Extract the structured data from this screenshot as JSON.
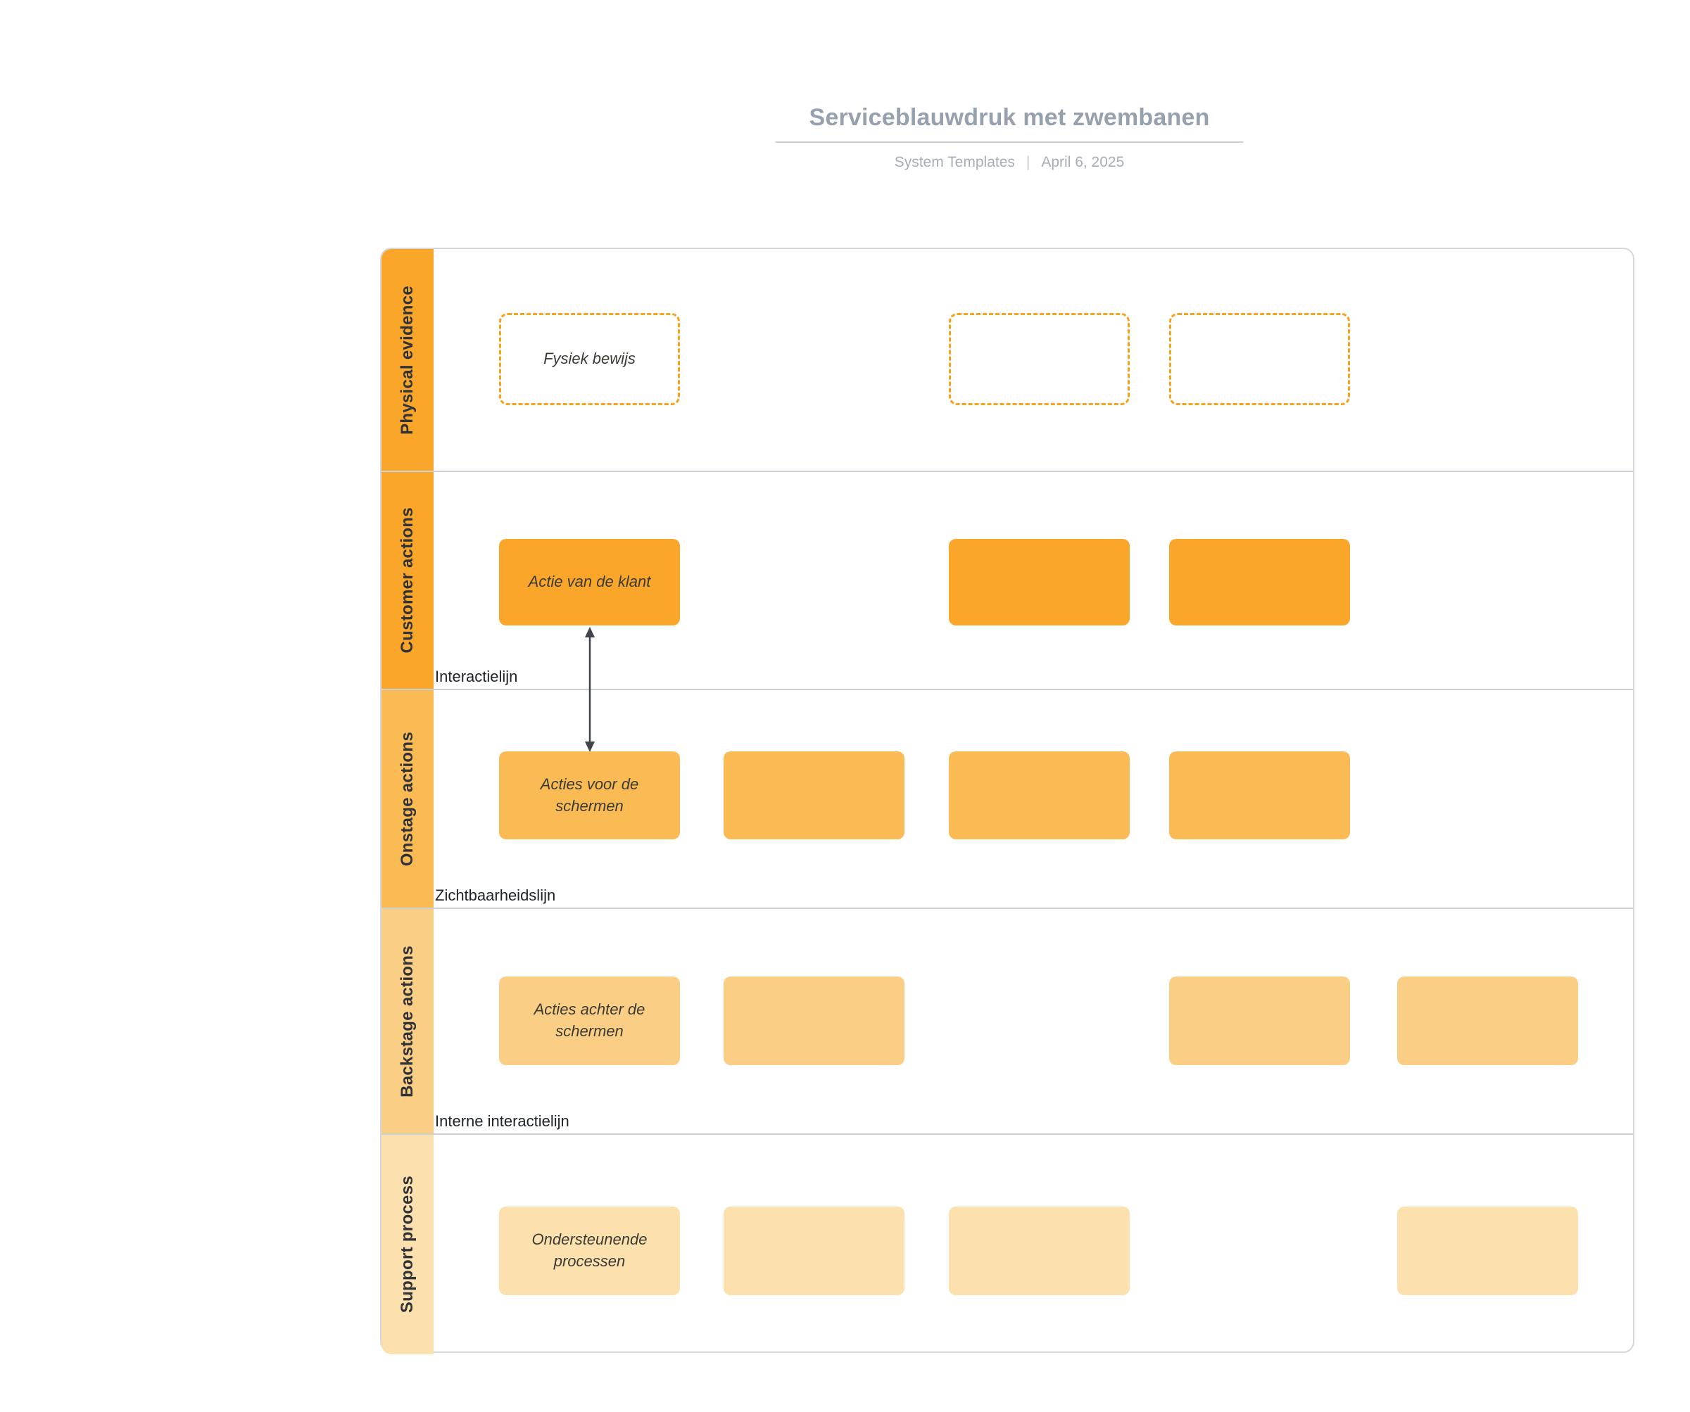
{
  "header": {
    "title": "Serviceblauwdruk met zwembanen",
    "source": "System Templates",
    "separator": "|",
    "date": "April 6, 2025"
  },
  "lanes": [
    {
      "label": "Physical evidence",
      "color": "#F9A62B"
    },
    {
      "label": "Customer actions",
      "color": "#F9A62B"
    },
    {
      "label": "Onstage actions",
      "color": "#FABB55"
    },
    {
      "label": "Backstage actions",
      "color": "#FBCE85"
    },
    {
      "label": "Support process",
      "color": "#FCE0AE"
    }
  ],
  "boxes": {
    "physical_evidence_note": "Fysiek bewijs",
    "customer_action": "Actie van de klant",
    "onstage_action": "Acties voor de schermen",
    "backstage_action": "Acties achter de schermen",
    "support_process": "Ondersteunende processen"
  },
  "separators": {
    "interaction_line": "Interactielijn",
    "visibility_line": "Zichtbaarheidslijn",
    "internal_interaction_line": "Interne interactielijn"
  },
  "colors": {
    "bright_orange": "#F9A62B",
    "mid_orange": "#FABB55",
    "light_orange": "#FBCE85",
    "lightest_orange": "#FCE0AE",
    "dashed_border": "#F6A21C",
    "title_gray": "#97A1AE",
    "arrow": "#40454C"
  }
}
